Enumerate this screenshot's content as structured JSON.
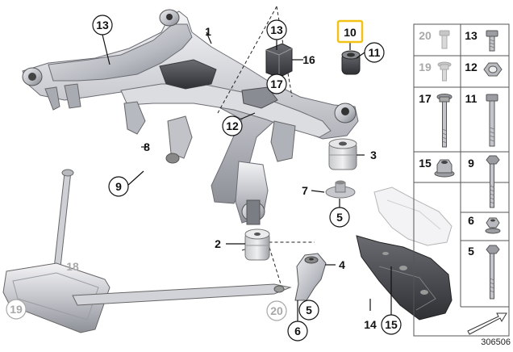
{
  "diagram": {
    "document_number": "306506",
    "highlight_color": "#f2c316",
    "labels": {
      "n1": "1",
      "n2": "2",
      "n3": "3",
      "n4": "4",
      "n5a": "5",
      "n5b": "5",
      "n6": "6",
      "n7": "7",
      "n8": "8",
      "n9": "9",
      "n10": "10",
      "n11": "11",
      "n12": "12",
      "n13a": "13",
      "n13b": "13",
      "n14": "14",
      "n15": "15",
      "n16": "16",
      "n17": "17",
      "n18": "18",
      "n19": "19",
      "n20": "20"
    }
  },
  "sidebar": {
    "cells": [
      {
        "left": "20",
        "right": "13",
        "left_dim": true
      },
      {
        "left": "19",
        "right": "12",
        "left_dim": true
      },
      {
        "left": "17",
        "right": "11"
      },
      {
        "left": "15",
        "right": "9"
      },
      {
        "right": "6"
      },
      {
        "right": "5"
      }
    ]
  }
}
